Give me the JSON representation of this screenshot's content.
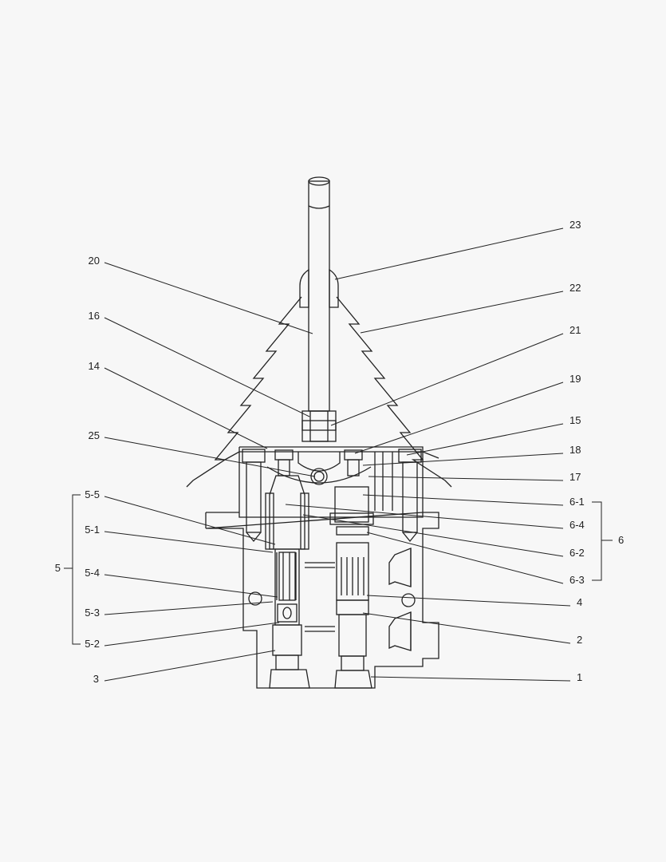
{
  "diagram": {
    "left_labels": [
      "20",
      "16",
      "14",
      "25",
      "5-5",
      "5-1",
      "5-4",
      "5-3",
      "5-2",
      "3"
    ],
    "right_labels": [
      "23",
      "22",
      "21",
      "19",
      "15",
      "18",
      "17",
      "6-1",
      "6-4",
      "6-2",
      "6-3",
      "4",
      "2",
      "1"
    ],
    "group_labels": {
      "left": "5",
      "right": "6"
    },
    "line_color": "#222222",
    "background": "#f7f7f7"
  }
}
